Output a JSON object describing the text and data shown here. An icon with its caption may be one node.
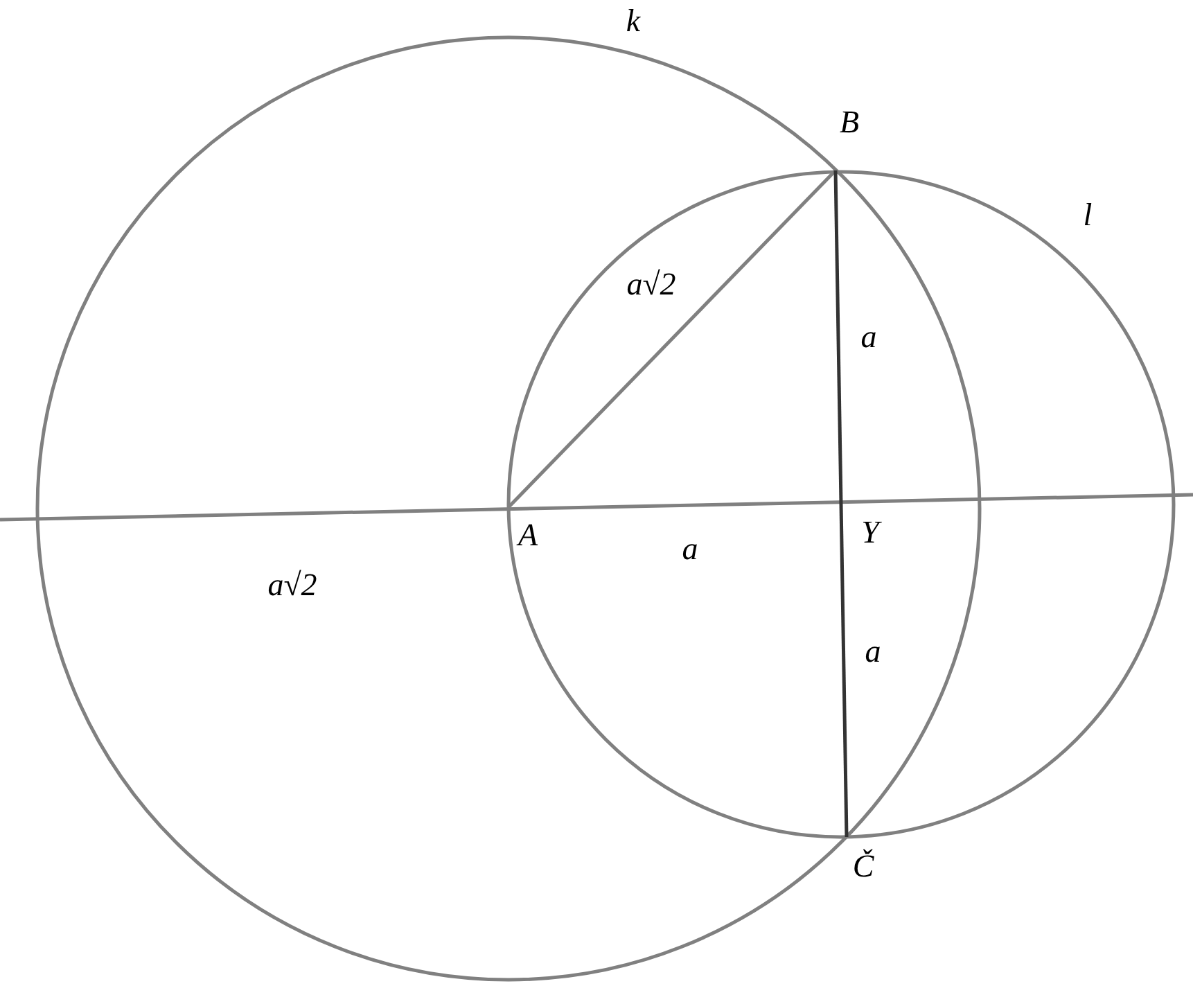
{
  "diagram": {
    "labels": [
      "k",
      "B",
      "l",
      "a√2",
      "a",
      "A",
      "Y",
      "a",
      "a√2",
      "a",
      "Č"
    ]
  }
}
